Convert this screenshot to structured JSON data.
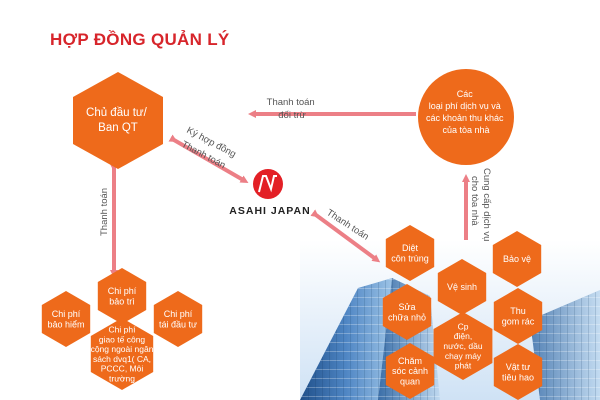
{
  "title": "HỢP ĐỒNG QUẢN LÝ",
  "colors": {
    "accent_red": "#d7252b",
    "hex_orange": "#ee6a1b",
    "arrow_pink": "#ec7f86",
    "text_gray": "#555555"
  },
  "nodes": {
    "owner": [
      "Chủ đầu tư/",
      "Ban QT"
    ],
    "fees": [
      "Các",
      "loại phí dịch vụ và",
      "các khoản thu khác",
      "của tòa nhà"
    ],
    "company": "ASAHI JAPAN"
  },
  "arrows": {
    "pay_offset": [
      "Thanh toán",
      "đối trừ"
    ],
    "sign_contract": "Ký hợp đồng",
    "pay_owner_company": "Thanh toán",
    "pay_owner_costs": "Thanh toán",
    "pay_company_services": "Thanh toán",
    "provide_services": [
      "Cung cấp dịch vụ",
      "cho tòa nhà"
    ]
  },
  "cost_hexes": [
    {
      "label": [
        "Chi phí",
        "bảo trì"
      ]
    },
    {
      "label": [
        "Chi phí",
        "bảo hiểm"
      ]
    },
    {
      "label": [
        "Chi phí",
        "tái đầu tư"
      ]
    },
    {
      "label": [
        "Chi phí",
        "giao tế công",
        "cộng ngoài ngân",
        "sách dvq1( CA,",
        "PCCC, Môi",
        "trường"
      ]
    }
  ],
  "service_hexes": [
    {
      "label": [
        "Diệt",
        "côn trùng"
      ]
    },
    {
      "label": [
        "Bảo vệ"
      ]
    },
    {
      "label": [
        "Vệ sinh"
      ]
    },
    {
      "label": [
        "Sửa",
        "chữa nhỏ"
      ]
    },
    {
      "label": [
        "Thu",
        "gom rác"
      ]
    },
    {
      "label": [
        "Cp",
        "điện,",
        "nước, dầu",
        "chạy máy",
        "phát"
      ]
    },
    {
      "label": [
        "Chăm",
        "sóc cảnh",
        "quan"
      ]
    },
    {
      "label": [
        "Vật tư",
        "tiêu hao"
      ]
    }
  ]
}
